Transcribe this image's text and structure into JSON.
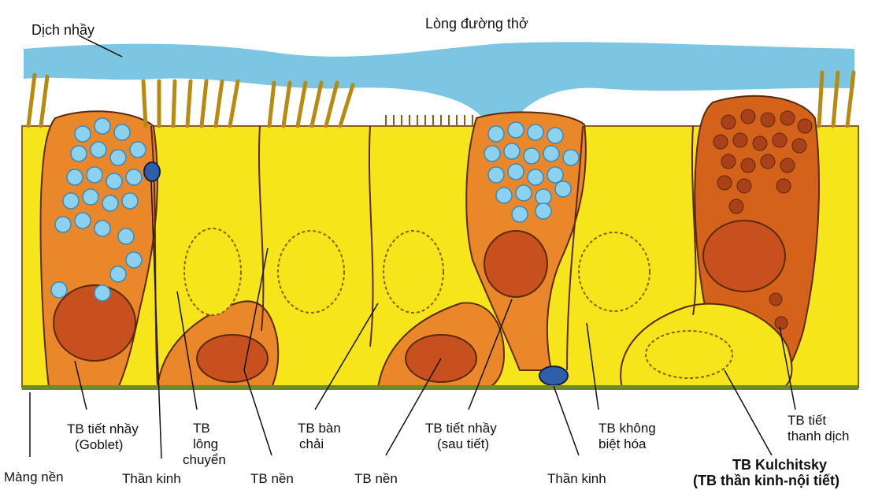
{
  "colors": {
    "mucus": "#7cc6e4",
    "cell_yellow": "#f7e51c",
    "cell_orange": "#e9872a",
    "cell_orange_dark": "#d4621a",
    "nucleus": "#c8501e",
    "granule_blue": "#8cd2f0",
    "granule_dark": "#a8401a",
    "basement": "#6f8a2a",
    "outline": "#5a2a0a"
  },
  "labels": {
    "mucus": "Dịch nhầy",
    "lumen": "Lòng đường thở",
    "goblet_l1": "TB tiết nhầy",
    "goblet_l2": "(Goblet)",
    "ciliated_l1": "TB",
    "ciliated_l2": "lông",
    "ciliated_l3": "chuyển",
    "brush_l1": "TB bàn",
    "brush_l2": "chải",
    "post_goblet_l1": "TB tiết nhầy",
    "post_goblet_l2": "(sau tiết)",
    "undiff_l1": "TB không",
    "undiff_l2": "biệt hóa",
    "serous_l1": "TB tiết",
    "serous_l2": "thanh dịch",
    "basement": "Màng nền",
    "nerve_1": "Thần kinh",
    "basal_1": "TB nền",
    "basal_2": "TB nền",
    "nerve_2": "Thần kinh",
    "kulchitsky_l1": "TB Kulchitsky",
    "kulchitsky_l2": "(TB thần kinh-nội tiết)"
  }
}
